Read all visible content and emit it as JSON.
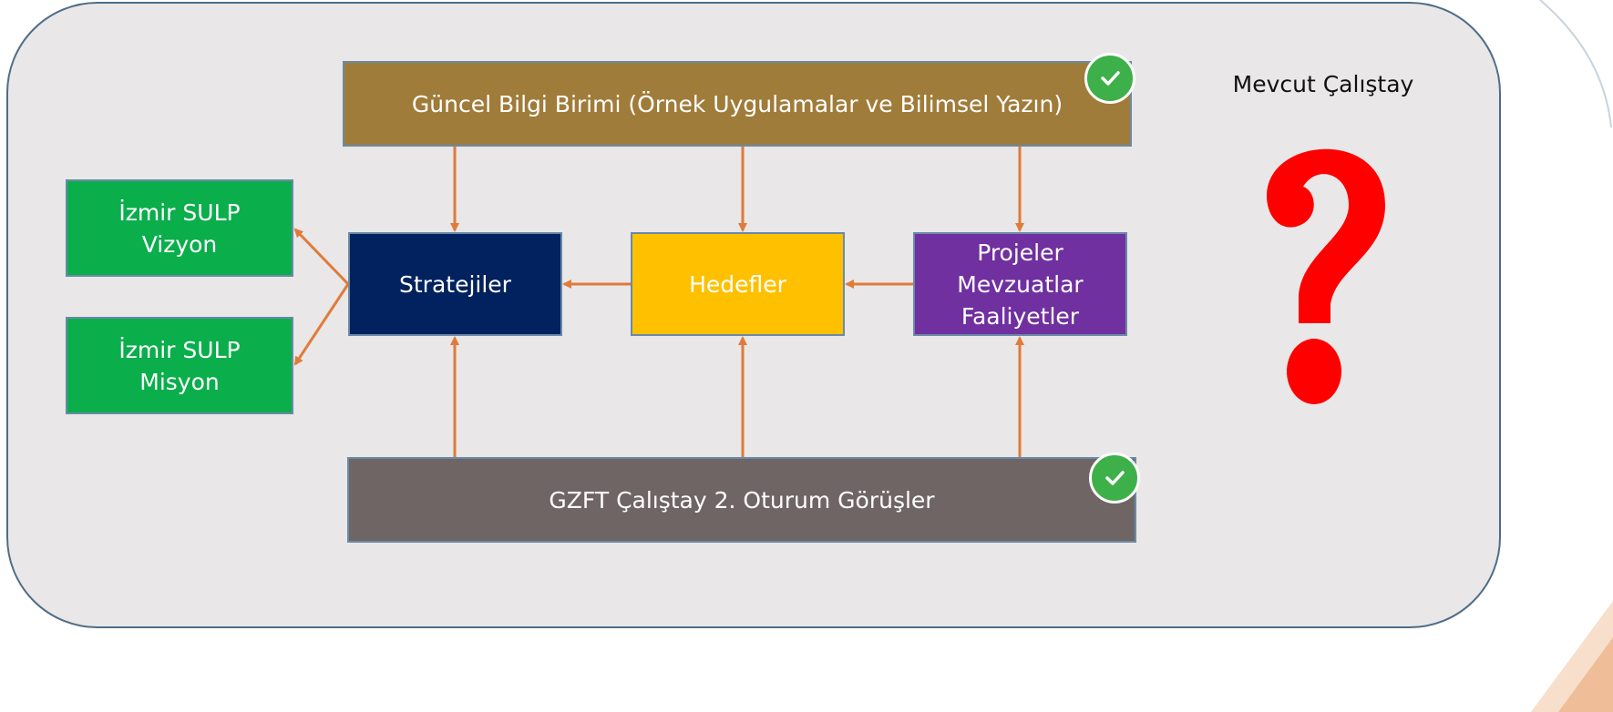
{
  "colors": {
    "frame_bg": "#e9e7e8",
    "frame_border": "#4f6d86",
    "arrow": "#e07b39",
    "guncel": "#a07c3a",
    "gzft": "#6f6565",
    "green": "#0aae4b",
    "strateji": "#01215f",
    "hedef": "#ffc000",
    "proje": "#7030a0",
    "check": "#3eb049",
    "question": "#ff0000"
  },
  "boxes": {
    "guncel": "Güncel Bilgi Birimi (Örnek Uygulamalar ve Bilimsel Yazın)",
    "gzft": "GZFT Çalıştay 2. Oturum Görüşler",
    "vizyon": [
      "İzmir SULP",
      "Vizyon"
    ],
    "misyon": [
      "İzmir SULP",
      "Misyon"
    ],
    "strateji": "Stratejiler",
    "hedef": "Hedefler",
    "proje": [
      "Projeler",
      "Mevzuatlar",
      "Faaliyetler"
    ]
  },
  "side_label": "Mevcut Çalıştay",
  "icons": {
    "check_top": "check-circle-icon",
    "check_bottom": "check-circle-icon",
    "question": "question-mark-icon"
  }
}
